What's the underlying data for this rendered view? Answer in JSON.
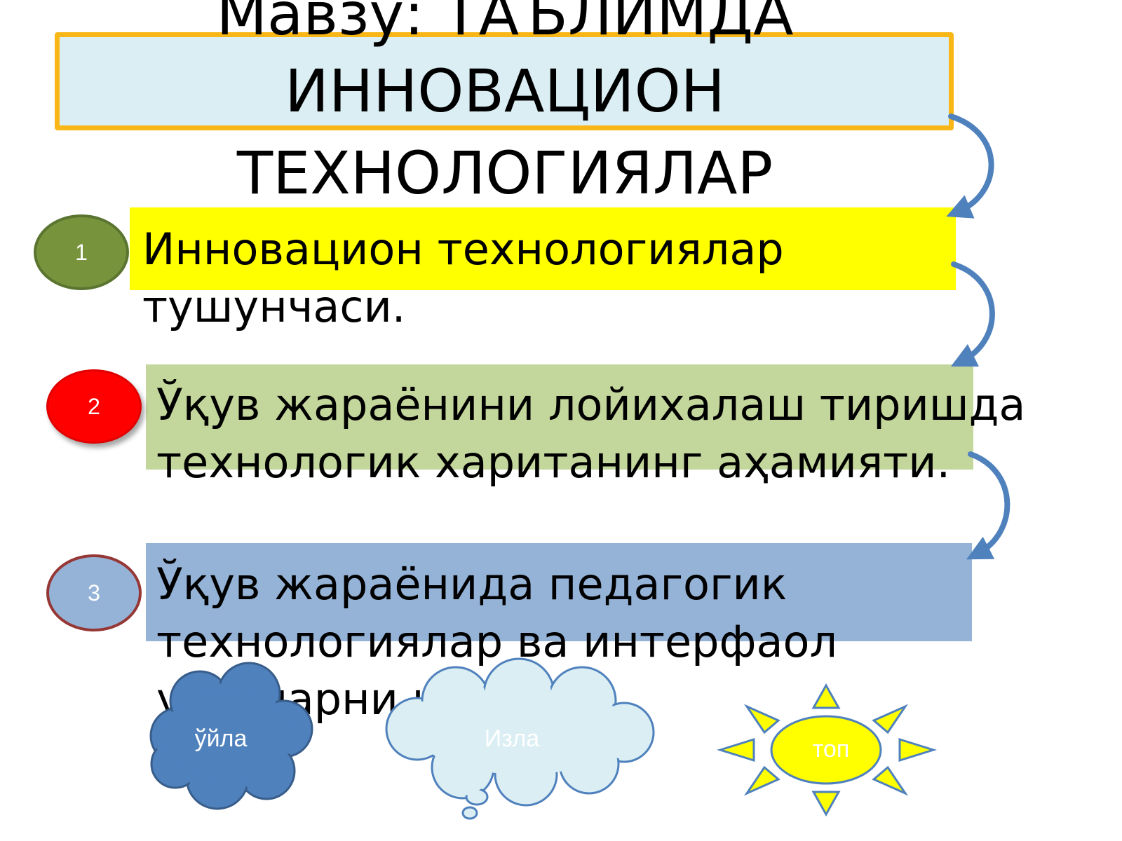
{
  "title": {
    "line1": "Мавзу: ТАЪЛИМДА",
    "line2": "ИННОВАЦИОН",
    "line3": "ТЕХНОЛОГИЯЛАР"
  },
  "items": [
    {
      "number": "1",
      "line1": "Инновацион технологиялар",
      "line2": "тушунчаси."
    },
    {
      "number": "2",
      "line1": "Ўқув жараёнини лойихалаш тиришда",
      "line2": "технологик хаританинг аҳамияти."
    },
    {
      "number": "3",
      "line1": "Ўқув жараёнида педагогик",
      "line2": "технологиялар ва интерфаол",
      "line3": "усулларни қўллаш"
    }
  ],
  "shapes": {
    "cloud_1": "ўйла",
    "cloud_2": "Изла",
    "sun": "топ"
  },
  "colors": {
    "title_fill": "#daeef3",
    "title_border": "#f8b617",
    "item1_fill": "#ffff00",
    "item2_fill": "#c3d69b",
    "item3_fill": "#95b3d7",
    "arrow": "#4f81bd"
  }
}
